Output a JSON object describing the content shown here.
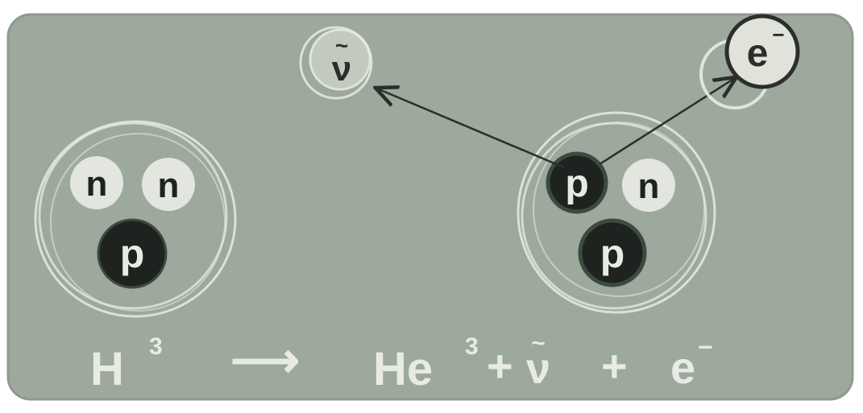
{
  "colors": {
    "board": "#9da99c",
    "board_edge": "#8e9a8d",
    "chalk": "#e8ebe4",
    "proton_fill": "#1f2320",
    "proton_ring": "#3d4a40",
    "neutron_fill": "#e6e9e2",
    "ink": "#2b2e2b",
    "page": "#ffffff"
  },
  "tritium_nucleus": {
    "neutron_1": "n",
    "neutron_2": "n",
    "proton": "p"
  },
  "helium3_nucleus": {
    "proton_1": "p",
    "neutron": "n",
    "proton_2": "p"
  },
  "antineutrino": {
    "symbol": "ν",
    "bar": "~"
  },
  "electron": {
    "symbol": "e",
    "charge": "−"
  },
  "equation": {
    "reactant": "H",
    "reactant_mass": "3",
    "arrow": "⟶",
    "product": "He",
    "product_mass": "3",
    "plus_1": "+",
    "neutrino": "ν",
    "neutrino_bar": "~",
    "plus_2": "+",
    "electron": "e",
    "electron_charge": "−"
  }
}
